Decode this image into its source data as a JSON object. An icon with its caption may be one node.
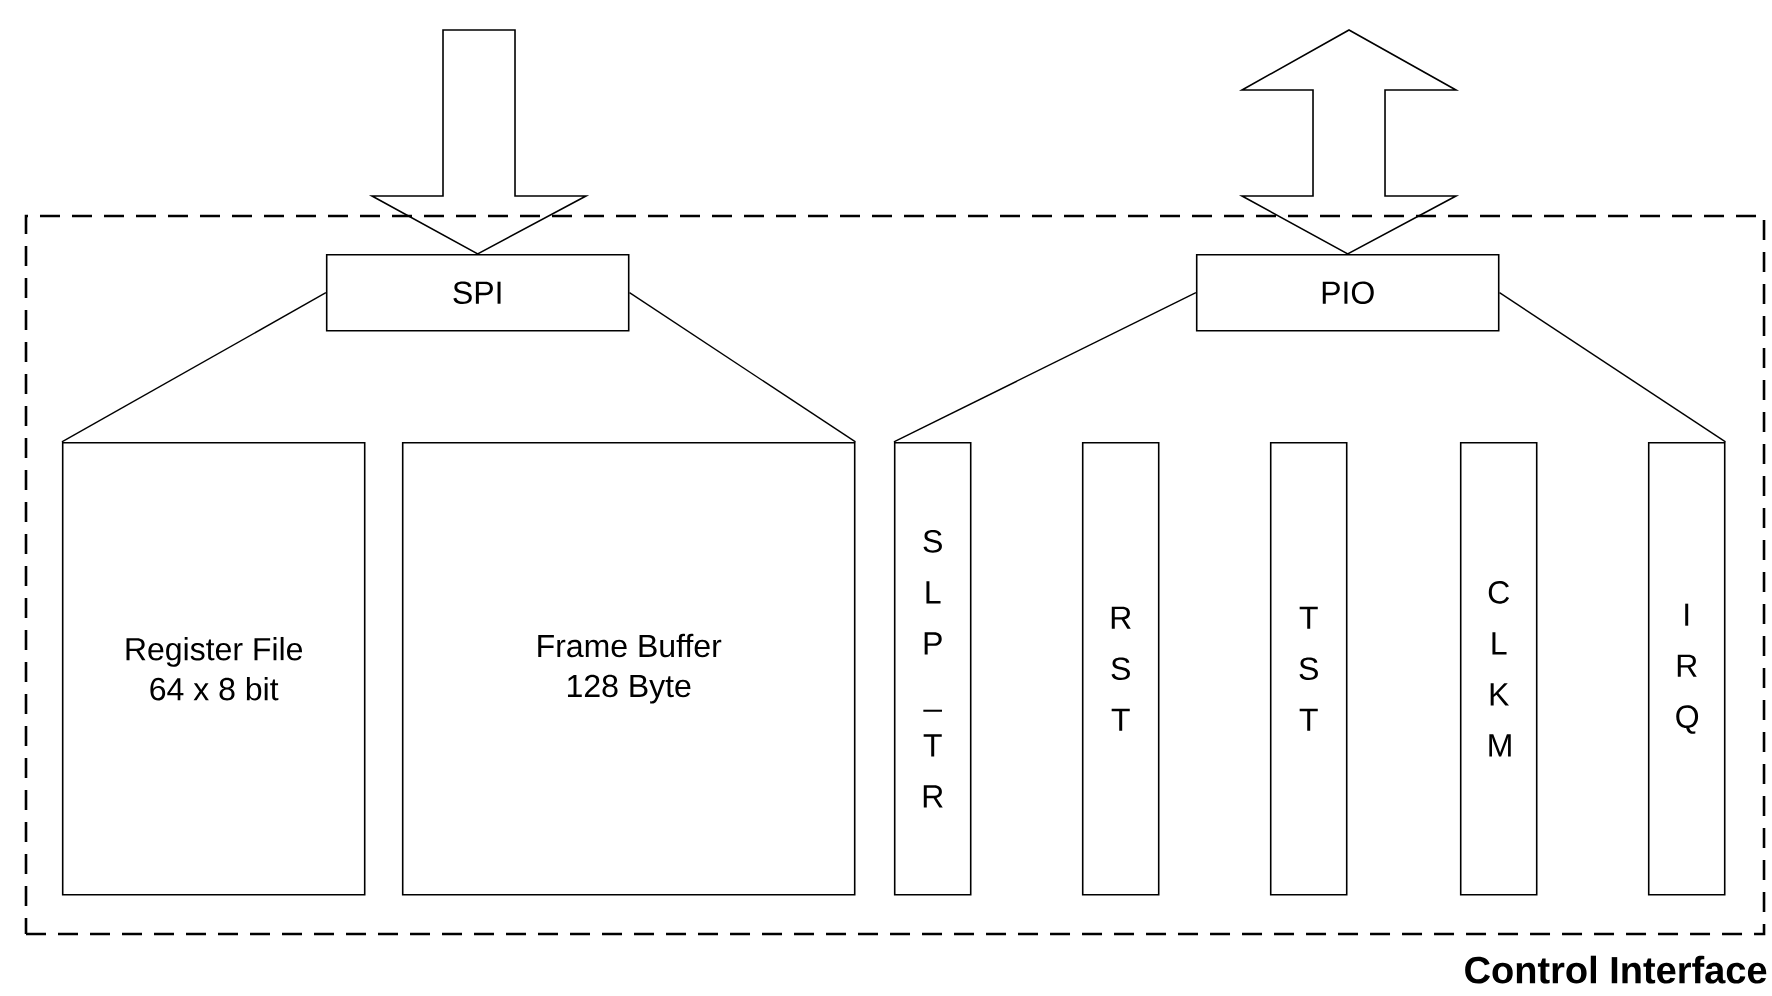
{
  "diagram": {
    "nodes": [
      {
        "text": [
          "Control Interface"
        ]
      },
      {
        "text": [
          "SPI"
        ],
        "in": 0
      },
      {
        "text": [
          "PIO"
        ],
        "in": 0
      },
      {
        "text": [
          "Register File 64 x 8 bit"
        ],
        "in": 0
      },
      {
        "text": [
          "Frame Buffer 128 Byte"
        ],
        "in": 0
      },
      {
        "text": [
          "S L P _ T R"
        ],
        "in": 0
      },
      {
        "text": [
          "R S T"
        ],
        "in": 0
      },
      {
        "text": [
          "T S T"
        ],
        "in": 0
      },
      {
        "text": [
          "C L K M"
        ],
        "in": 0
      },
      {
        "text": [
          "I R Q"
        ],
        "in": 0
      }
    ],
    "edges": [
      {
        "from": null,
        "to": 1,
        "arrow": "to"
      },
      {
        "from": null,
        "to": 2,
        "arrow": "both"
      },
      {
        "from": 1,
        "to": 3,
        "arrow": "none"
      },
      {
        "from": 1,
        "to": 4,
        "arrow": "none"
      },
      {
        "from": 2,
        "to": 5,
        "arrow": "none"
      },
      {
        "from": 2,
        "to": 9,
        "arrow": "none"
      }
    ]
  }
}
